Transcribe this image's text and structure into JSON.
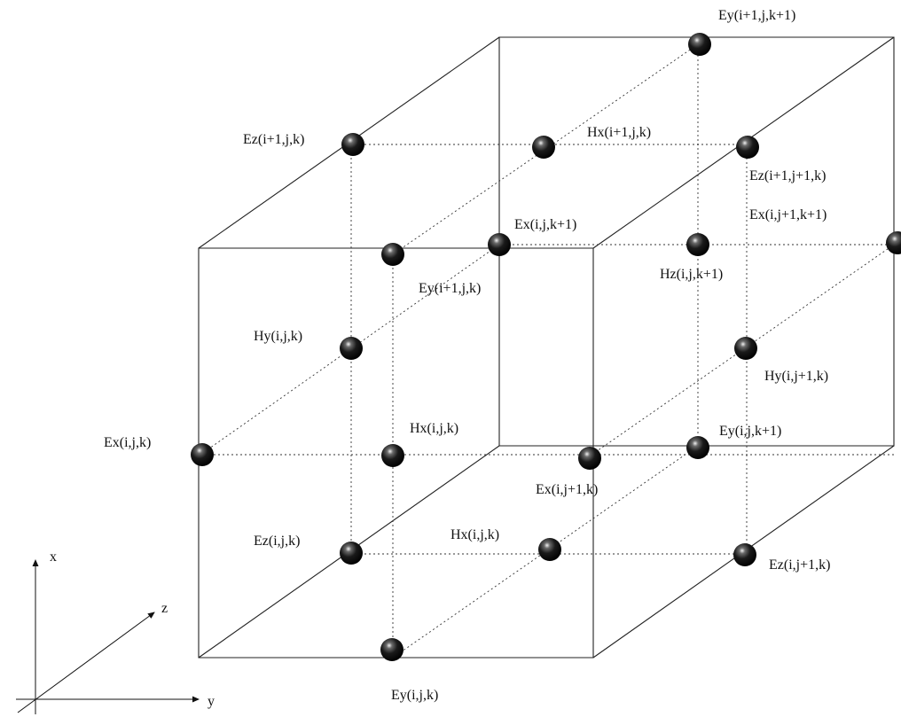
{
  "axes": {
    "x": "x",
    "y": "y",
    "z": "z"
  },
  "nodes": [
    {
      "id": "ey-i1-j-k1",
      "label": "Ey(i+1,j,k+1)"
    },
    {
      "id": "ez-i1-j-k",
      "label": "Ez(i+1,j,k)"
    },
    {
      "id": "hx-i1-j-k",
      "label": "Hx(i+1,j,k)"
    },
    {
      "id": "ez-i1-j1-k",
      "label": "Ez(i+1,j+1,k)"
    },
    {
      "id": "ex-i-j1-k1",
      "label": "Ex(i,j+1,k+1)"
    },
    {
      "id": "ex-i-j-k1",
      "label": "Ex(i,j,k+1)"
    },
    {
      "id": "hz-i-j-k1",
      "label": "Hz(i,j,k+1)"
    },
    {
      "id": "ey-i1-j-k",
      "label": "Ey(i+1,j,k)"
    },
    {
      "id": "hy-i-j-k",
      "label": "Hy(i,j,k)"
    },
    {
      "id": "hy-i-j1-k",
      "label": "Hy(i,j+1,k)"
    },
    {
      "id": "ex-i-j-k",
      "label": "Ex(i,j,k)"
    },
    {
      "id": "hx-i-j-k-a",
      "label": "Hx(i,j,k)"
    },
    {
      "id": "ey-i-j-k1",
      "label": "Ey(i,j,k+1)"
    },
    {
      "id": "ex-i-j1-k",
      "label": "Ex(i,j+1,k)"
    },
    {
      "id": "ez-i-j-k",
      "label": "Ez(i,j,k)"
    },
    {
      "id": "hx-i-j-k-b",
      "label": "Hx(i,j,k)"
    },
    {
      "id": "ez-i-j1-k",
      "label": "Ez(i,j+1,k)"
    },
    {
      "id": "ey-i-j-k",
      "label": "Ey(i,j,k)"
    }
  ]
}
